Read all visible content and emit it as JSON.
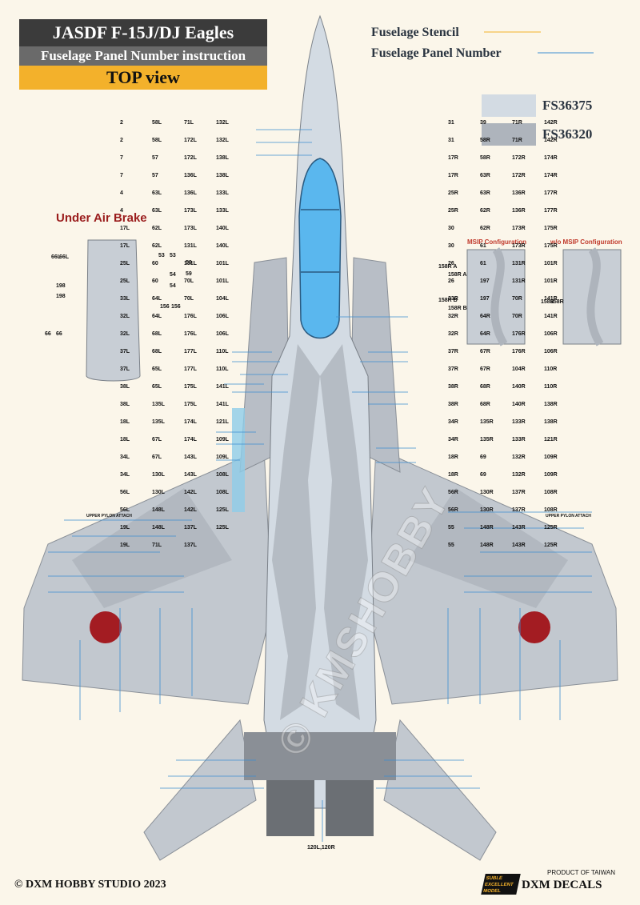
{
  "title": {
    "line1": "JASDF F-15J/DJ Eagles",
    "line2": "Fuselage Panel Number instruction",
    "line3": "TOP view"
  },
  "legend": {
    "stencil": "Fuselage Stencil",
    "panel": "Fuselage Panel Number",
    "stencil_color": "#f3b12b",
    "panel_color": "#3d8fd1"
  },
  "swatches": [
    {
      "label": "FS36375",
      "color": "#d3dbe3"
    },
    {
      "label": "FS36320",
      "color": "#aeb4bc"
    }
  ],
  "air_brake": {
    "title": "Under Air Brake",
    "labels": [
      "53",
      "53",
      "59",
      "59",
      "54",
      "54",
      "66L",
      "66L",
      "198",
      "198",
      "156",
      "156",
      "66",
      "66"
    ]
  },
  "msip": {
    "with": "MSIP Configuration",
    "without": "w/o MSIP Configuration",
    "with_labels": [
      "158R A",
      "158R A",
      "158R B",
      "158R B"
    ],
    "without_labels": [
      "158R",
      "158R"
    ]
  },
  "left_labels": [
    "2",
    "2",
    "7",
    "7",
    "4",
    "4",
    "17L",
    "17L",
    "25L",
    "25L",
    "33L",
    "32L",
    "32L",
    "37L",
    "37L",
    "38L",
    "38L",
    "18L",
    "18L",
    "34L",
    "34L",
    "56L",
    "56L",
    "19L",
    "19L",
    "58L",
    "58L",
    "57",
    "57",
    "63L",
    "63L",
    "62L",
    "62L",
    "60",
    "60",
    "64L",
    "64L",
    "68L",
    "68L",
    "65L",
    "65L",
    "135L",
    "135L",
    "67L",
    "67L",
    "130L",
    "130L",
    "148L",
    "148L",
    "71L",
    "71L",
    "172L",
    "172L",
    "136L",
    "136L",
    "173L",
    "173L",
    "131L",
    "131L",
    "70L",
    "70L",
    "176L",
    "176L",
    "177L",
    "177L",
    "175L",
    "175L",
    "174L",
    "174L",
    "143L",
    "143L",
    "142L",
    "142L",
    "137L",
    "137L",
    "132L",
    "132L",
    "138L",
    "138L",
    "133L",
    "133L",
    "140L",
    "140L",
    "101L",
    "101L",
    "104L",
    "106L",
    "106L",
    "110L",
    "110L",
    "141L",
    "141L",
    "121L",
    "109L",
    "109L",
    "108L",
    "108L",
    "125L",
    "125L"
  ],
  "right_labels": [
    "31",
    "31",
    "17R",
    "17R",
    "25R",
    "25R",
    "30",
    "30",
    "26",
    "26",
    "33R",
    "32R",
    "32R",
    "37R",
    "37R",
    "38R",
    "38R",
    "34R",
    "34R",
    "18R",
    "18R",
    "56R",
    "56R",
    "55",
    "55",
    "39",
    "58R",
    "58R",
    "63R",
    "63R",
    "62R",
    "62R",
    "61",
    "61",
    "197",
    "197",
    "64R",
    "64R",
    "67R",
    "67R",
    "68R",
    "68R",
    "135R",
    "135R",
    "69",
    "69",
    "130R",
    "130R",
    "148R",
    "148R",
    "71R",
    "71R",
    "172R",
    "172R",
    "136R",
    "136R",
    "173R",
    "173R",
    "131R",
    "131R",
    "70R",
    "70R",
    "176R",
    "176R",
    "104R",
    "140R",
    "140R",
    "133R",
    "133R",
    "132R",
    "132R",
    "137R",
    "137R",
    "143R",
    "143R",
    "142R",
    "142R",
    "174R",
    "174R",
    "177R",
    "177R",
    "175R",
    "175R",
    "101R",
    "101R",
    "141R",
    "141R",
    "106R",
    "106R",
    "110R",
    "110R",
    "138R",
    "138R",
    "121R",
    "109R",
    "109R",
    "108R",
    "108R",
    "125R",
    "125R"
  ],
  "center_labels": [
    "120L,120R"
  ],
  "pylon_note": "UPPER PYLON ATTACH",
  "watermark": "© KMSHOBBY",
  "footer": {
    "copyright": "© DXM HOBBY STUDIO 2023",
    "origin": "PRODUCT OF TAIWAN",
    "brand": "DXM DECALS",
    "badge": "SUBLE EXCELLENT MODEL"
  }
}
